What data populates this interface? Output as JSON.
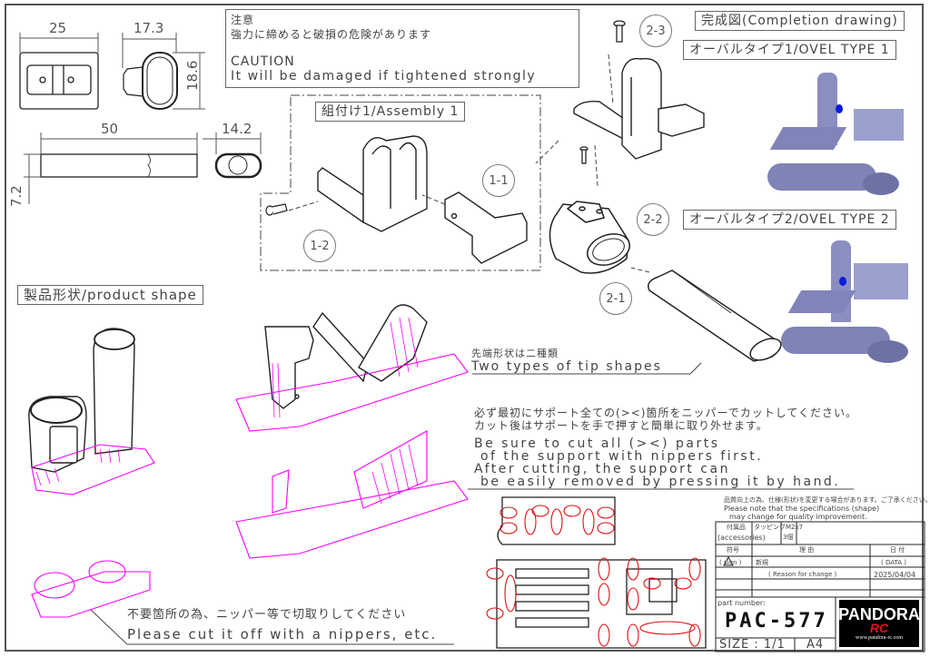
{
  "dimensions": {
    "width_top": "25",
    "width_side": "17.3",
    "height_side": "18.6",
    "length": "50",
    "height_front": "7.2",
    "width_end": "14.2"
  },
  "caution": {
    "title_jp": "注意",
    "body_jp": "強力に締めると破損の危険があります",
    "title_en": "CAUTION",
    "body_en": "It will be damaged if tightened strongly"
  },
  "assembly": {
    "label": "組付け1/Assembly 1",
    "callouts": [
      "1-1",
      "1-2",
      "2-1",
      "2-2",
      "2-3"
    ]
  },
  "completion": {
    "label": "完成図(Completion drawing)",
    "type1": "オーバルタイプ1/OVEL TYPE 1",
    "type2": "オーバルタイプ2/OVEL TYPE 2"
  },
  "product_shape": {
    "label": "製品形状/product shape"
  },
  "tip_note": {
    "jp": "先端形状は二種類",
    "en": "Two types of tip shapes"
  },
  "support_note": {
    "jp_line1": "必ず最初にサポート全ての(><)箇所をニッパーでカットしてください。",
    "jp_line2": "カット後はサポートを手で押すと簡単に取り外せます。",
    "en_line1": "Be sure to cut all (><) parts",
    "en_line2": " of the support with nippers first.",
    "en_line3": "After cutting, the support can",
    "en_line4": " be easily removed by pressing it by hand."
  },
  "cut_note": {
    "jp": "不要箇所の為、ニッパー等で切取りしてください",
    "en": "Please cut it off with a nippers, etc."
  },
  "title_block": {
    "notice_jp": "品質向上の為、仕様(形状)を変更する場合があります。ご了承ください。",
    "notice_en1": "Please note that the specifications (shape)",
    "notice_en2": "may change for quality improvement.",
    "accessories_jp": "付属品",
    "accessories_en": "(accessories)",
    "accessory_item": "タッピングM2x7",
    "accessory_qty": "3個",
    "sign_jp": "符号",
    "sign_en": "( sign )",
    "reason_jp": "理 由",
    "reason_en": "( Reason for change )",
    "date_jp": "日 付",
    "date_en": "( DATA )",
    "rev_reason": "新規",
    "rev_date": "2025/04/04",
    "part_number_label": "part number:",
    "part_number": "PAC-577",
    "size_label": "SIZE : 1/1",
    "paper": "A4"
  },
  "logo": {
    "brand": "PANDORA",
    "sub": "RC",
    "url": "www.pandora-rc.com"
  },
  "colors": {
    "support": "#ff00ff",
    "cut_mark": "#e01010",
    "render": "#8a8ec0",
    "line": "#222222"
  }
}
